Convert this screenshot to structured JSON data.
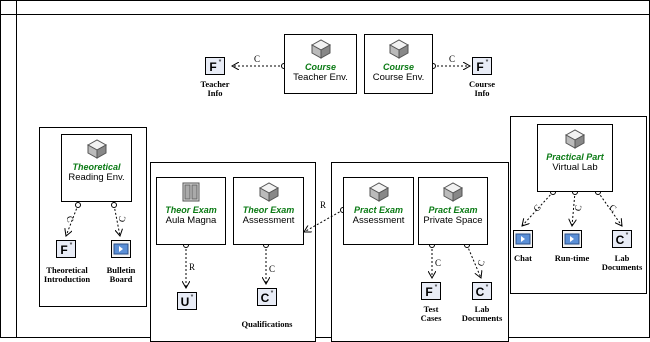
{
  "nodes": {
    "teacher_env": {
      "stereotype": "Course",
      "name": "Teacher Env."
    },
    "course_env": {
      "stereotype": "Course",
      "name": "Course Env."
    },
    "reading_env": {
      "stereotype": "Theoretical",
      "name": "Reading Env."
    },
    "aula_magna": {
      "stereotype": "Theor Exam",
      "name": "Aula Magna"
    },
    "theor_assessment": {
      "stereotype": "Theor Exam",
      "name": "Assessment"
    },
    "pract_assessment": {
      "stereotype": "Pract Exam",
      "name": "Assessment"
    },
    "private_space": {
      "stereotype": "Pract Exam",
      "name": "Private Space"
    },
    "virtual_lab": {
      "stereotype": "Practical Part",
      "name": "Virtual Lab"
    }
  },
  "items": {
    "teacher_info": "Teacher\nInfo",
    "course_info": "Course\nInfo",
    "theoretical_intro": "Theoretical\nIntroduction",
    "bulletin_board": "Bulletin\nBoard",
    "qualifications": "Qualifications",
    "test_cases": "Test\nCases",
    "lab_documents_1": "Lab\nDocuments",
    "chat": "Chat",
    "run_time": "Run-time",
    "lab_documents_2": "Lab\nDocuments"
  },
  "relations": {
    "c": "C",
    "r": "R"
  },
  "icons": {
    "f": "F",
    "c": "C",
    "u": "U",
    "star": "*"
  },
  "colors": {
    "stereotype": "#0a7a14",
    "icon_fill": "#e8ecf6"
  }
}
